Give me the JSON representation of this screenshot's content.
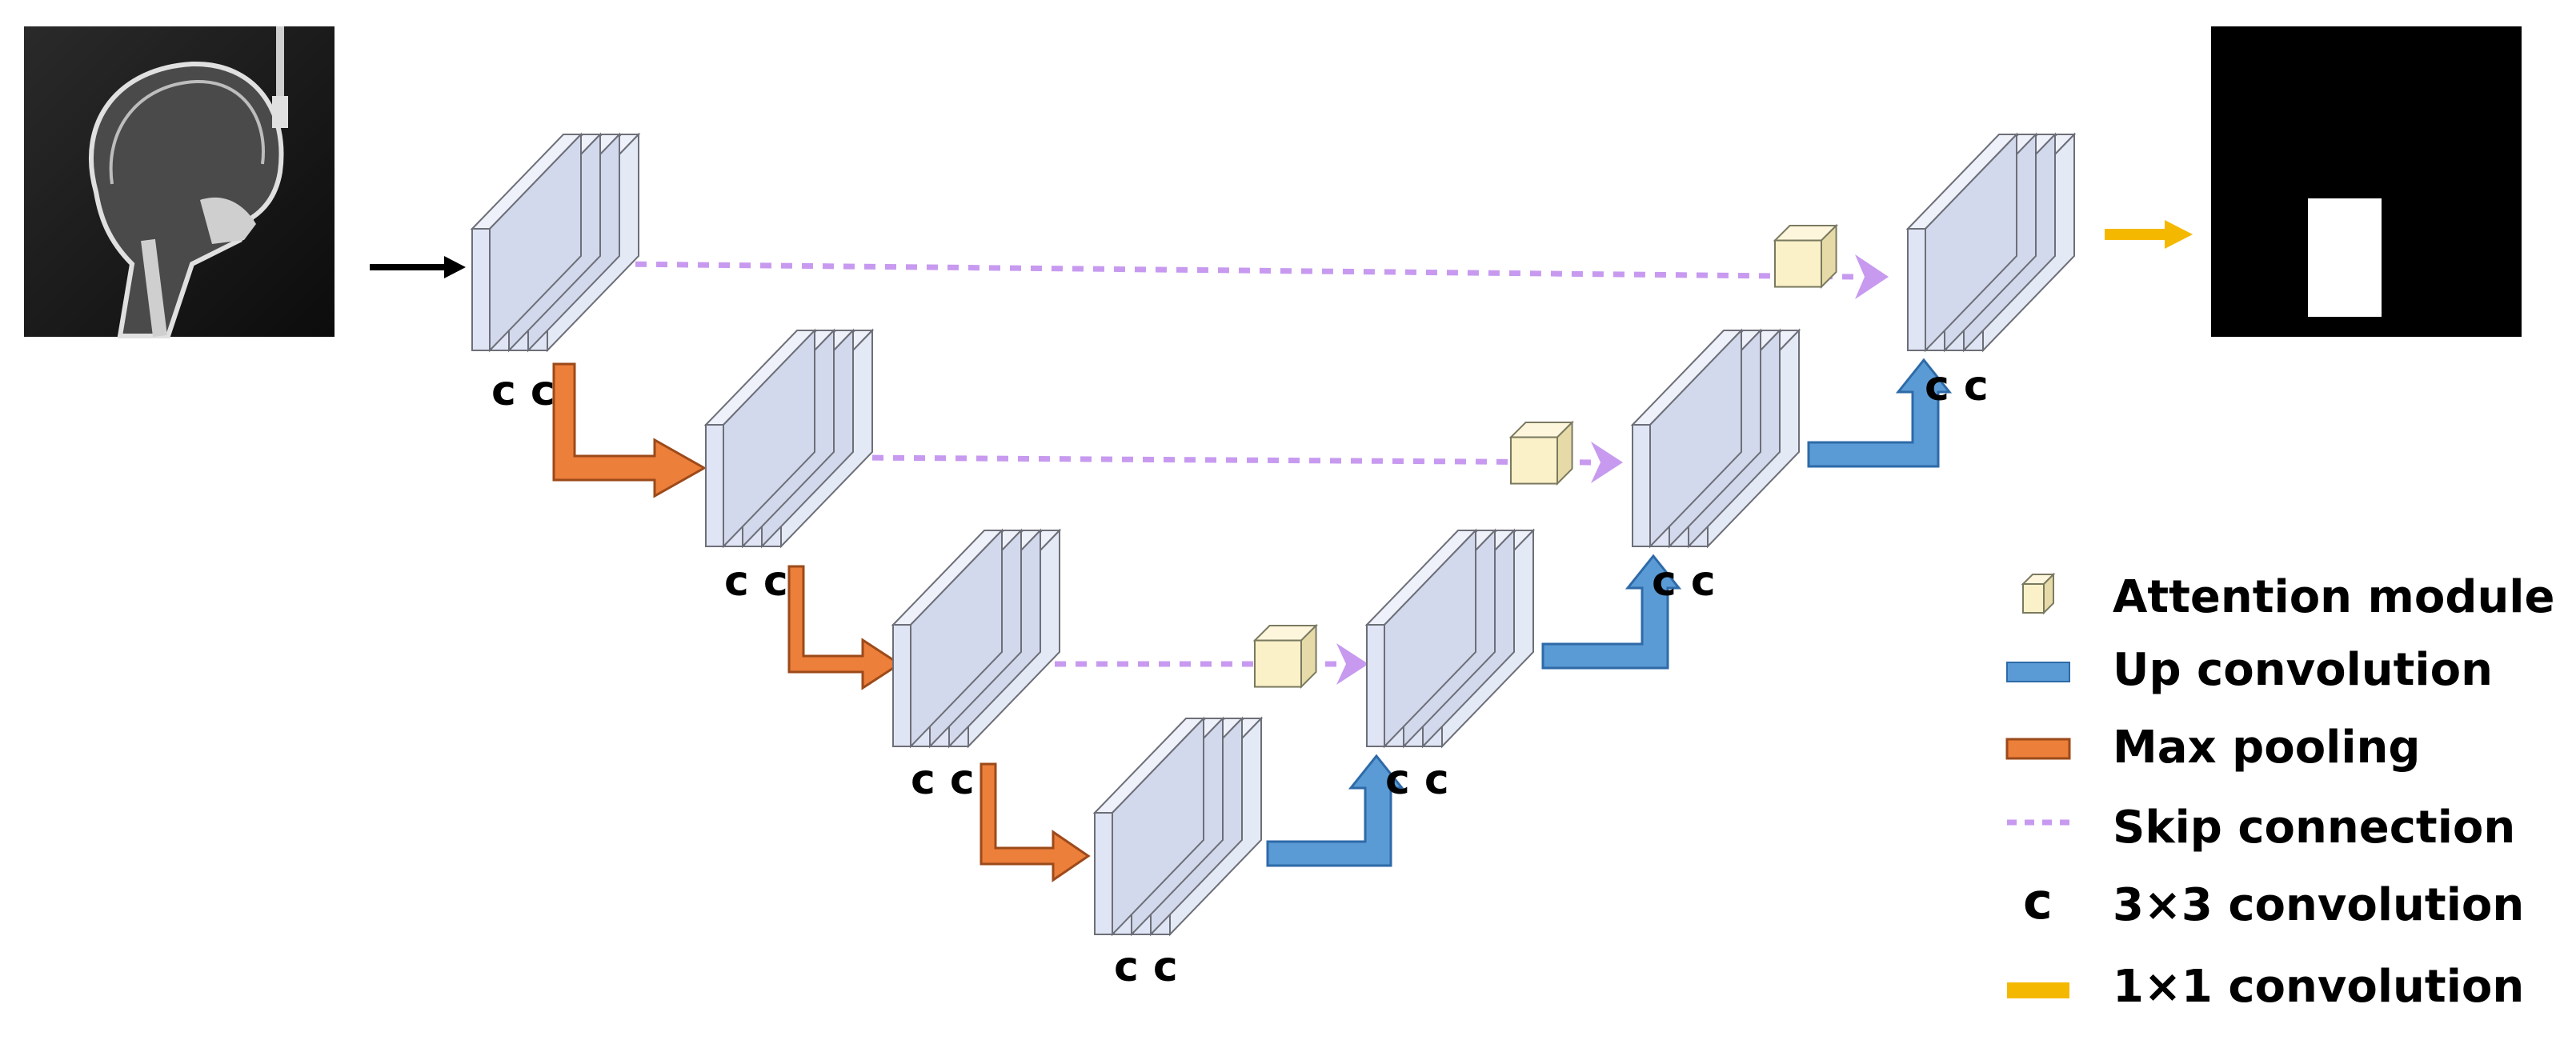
{
  "conv_label": "c c",
  "legend": {
    "attention": "Attention module",
    "up": "Up convolution",
    "pool": "Max pooling",
    "skip": "Skip connection",
    "c_symbol": "c",
    "conv3": "3×3 convolution",
    "conv1": "1×1 convolution"
  },
  "colors": {
    "block_fill": "#dfe5f4",
    "block_stroke": "#6d6f78",
    "pool_arrow": "#ec7f3a",
    "up_arrow": "#5b9bd5",
    "skip": "#c79af0",
    "output_arrow": "#f5b800",
    "attention": "#fbf1c8"
  },
  "input_image": {
    "description_icon": "x-ray-head-icon"
  },
  "output_image": {
    "description_icon": "segmentation-mask-icon"
  }
}
